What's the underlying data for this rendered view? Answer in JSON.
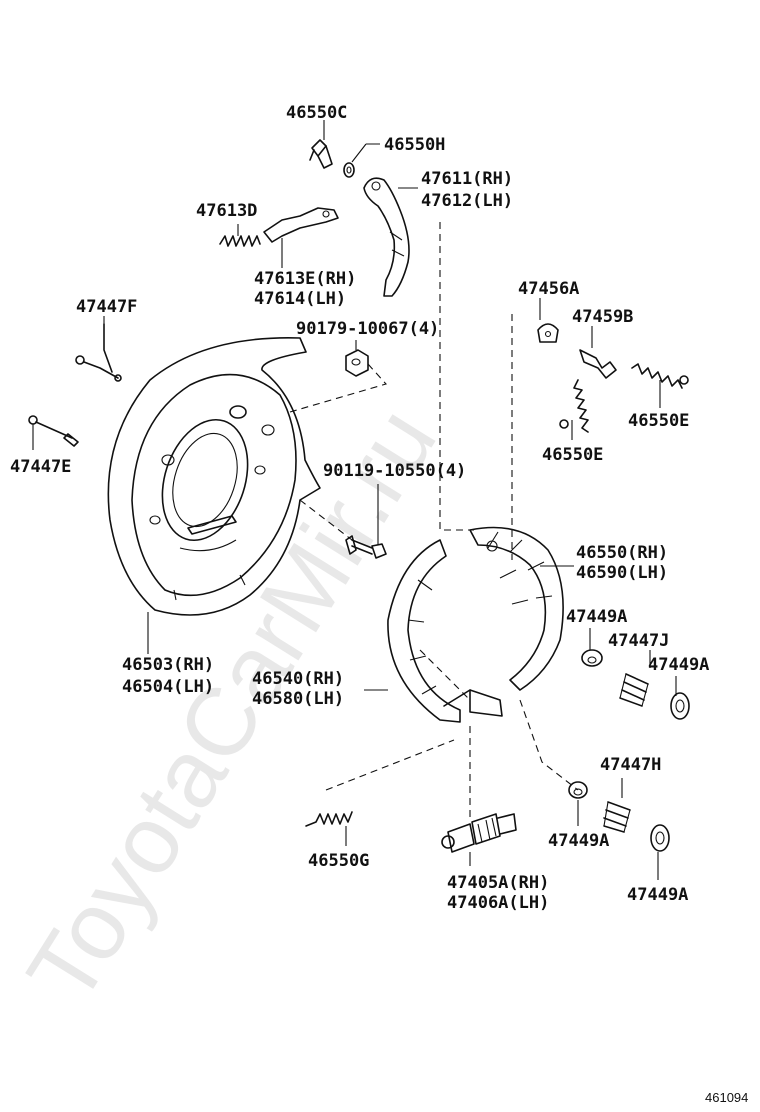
{
  "watermark": "ToyotaCarMir.ru",
  "figure_number": "461094",
  "labels": {
    "p46550C": "46550C",
    "p46550H": "46550H",
    "p47611": "47611(RH)",
    "p47612": "47612(LH)",
    "p47613D": "47613D",
    "p47613E": "47613E(RH)",
    "p47614": "47614(LH)",
    "p47447F": "47447F",
    "p90179": "90179-10067(4)",
    "p47456A": "47456A",
    "p47459B": "47459B",
    "p47447E": "47447E",
    "p46550E_a": "46550E",
    "p46550E_b": "46550E",
    "p90119": "90119-10550(4)",
    "p46550": "46550(RH)",
    "p46590": "46590(LH)",
    "p47449A_1": "47449A",
    "p47447J": "47447J",
    "p47449A_2": "47449A",
    "p46503": "46503(RH)",
    "p46504": "46504(LH)",
    "p46540": "46540(RH)",
    "p46580": "46580(LH)",
    "p47447H": "47447H",
    "p47449A_3": "47449A",
    "p46550G": "46550G",
    "p47405A": "47405A(RH)",
    "p47406A": "47406A(LH)",
    "p47449A_4": "47449A"
  }
}
